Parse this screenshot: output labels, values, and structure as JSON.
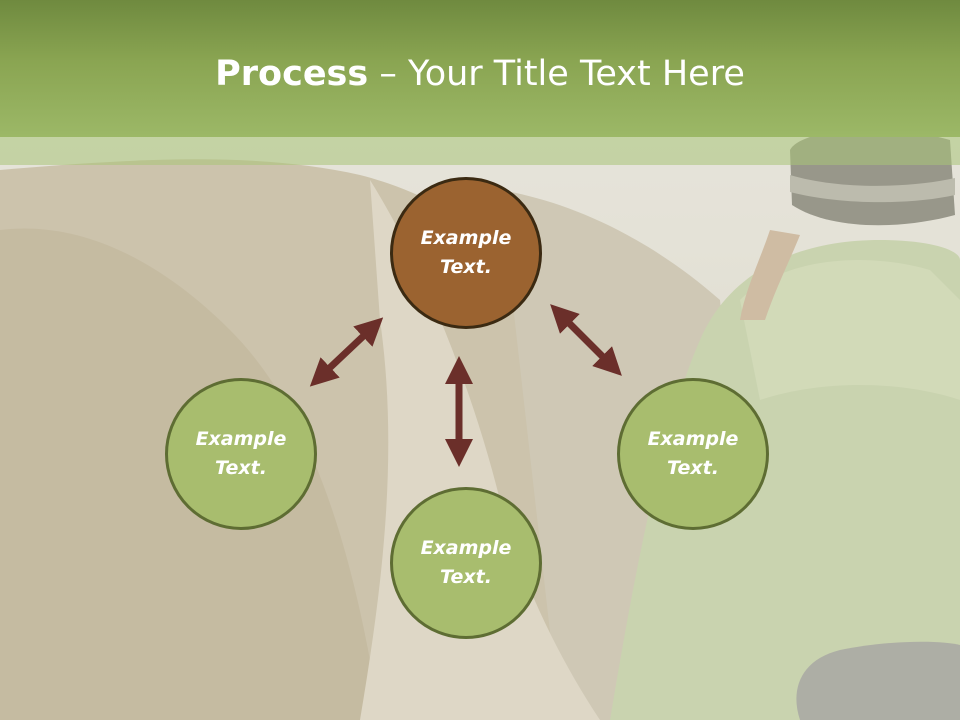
{
  "title": {
    "bold": "Process",
    "rest": " – Your Title Text Here"
  },
  "nodes": {
    "top": "Example Text.",
    "left": "Example Text.",
    "right": "Example Text.",
    "bottom": "Example Text."
  },
  "colors": {
    "header": "#8aa552",
    "node_fill": "#a8bd6e",
    "node_border": "#5e6d33",
    "center_fill": "#9b6330",
    "center_border": "#3b2a12",
    "arrow": "#6b2f2a"
  }
}
